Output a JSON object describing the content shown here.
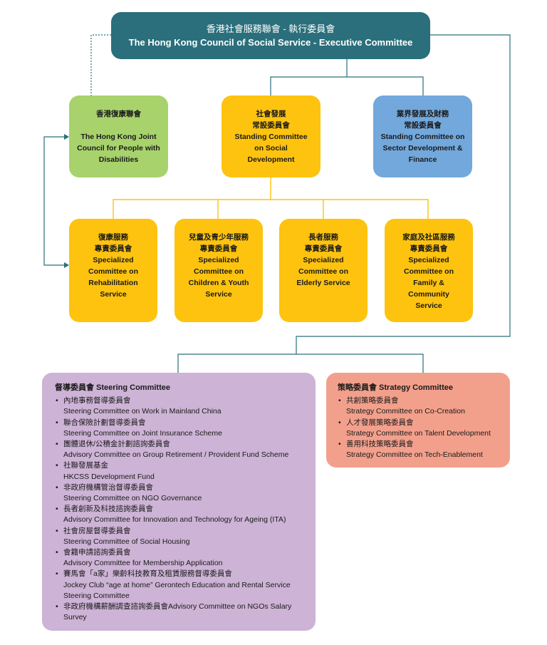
{
  "top": {
    "zh": "香港社會服務聯會 - 執行委員會",
    "en": "The Hong Kong Council of Social Service - Executive Committee"
  },
  "jcpd": {
    "zh": "香港復康聯會",
    "en": [
      "The Hong Kong Joint",
      "Council for People with",
      "Disabilities"
    ]
  },
  "scsd": {
    "zh": [
      "社會發展",
      "常設委員會"
    ],
    "en": [
      "Standing Committee",
      "on Social",
      "Development"
    ]
  },
  "scdf": {
    "zh": [
      "業界發展及財務",
      "常設委員會"
    ],
    "en": [
      "Standing Committee on",
      "Sector Development &",
      "Finance"
    ]
  },
  "specialized": [
    {
      "zh": [
        "復康服務",
        "專責委員會"
      ],
      "en": [
        "Specialized",
        "Committee on",
        "Rehabilitation",
        "Service"
      ]
    },
    {
      "zh": [
        "兒童及青少年服務",
        "專責委員會"
      ],
      "en": [
        "Specialized",
        "Committee on",
        "Children & Youth",
        "Service"
      ]
    },
    {
      "zh": [
        "長者服務",
        "專責委員會"
      ],
      "en": [
        "Specialized",
        "Committee on",
        "Elderly Service"
      ]
    },
    {
      "zh": [
        "家庭及社區服務",
        "專責委員會"
      ],
      "en": [
        "Specialized",
        "Committee on",
        "Family &",
        "Community",
        "Service"
      ]
    }
  ],
  "steering": {
    "title": "督導委員會 Steering Committee",
    "items": [
      {
        "zh": "內地事務督導委員會",
        "en": [
          "Steering Committee on Work in Mainland China"
        ]
      },
      {
        "zh": "聯合保險計劃督導委員會",
        "en": [
          "Steering Committee on Joint Insurance Scheme"
        ]
      },
      {
        "zh": "團體退休/公積金計劃諮詢委員會",
        "en": [
          "Advisory Committee on Group Retirement / Provident Fund Scheme"
        ]
      },
      {
        "zh": "社聯發展基金",
        "en": [
          "HKCSS Development Fund"
        ]
      },
      {
        "zh": "非政府機構管治督導委員會",
        "en": [
          "Steering Committee on NGO Governance"
        ]
      },
      {
        "zh": "長者創新及科技諮詢委員會",
        "en": [
          "Advisory Committee for Innovation and Technology for Ageing (ITA)"
        ]
      },
      {
        "zh": "社會房屋督導委員會",
        "en": [
          "Steering Committee of Social Housing"
        ]
      },
      {
        "zh": "會籍申請諮詢委員會",
        "en": [
          "Advisory Committee for Membership Application"
        ]
      },
      {
        "zh": "賽馬會「a家」樂齡科技教育及租賃服務督導委員會",
        "en": [
          "Jockey Club “age at home” Gerontech Education and Rental Service",
          "Steering Committee"
        ]
      },
      {
        "zh": "非政府機構薪酬調查諮詢委員會Advisory Committee on NGOs Salary",
        "en": [
          "Survey"
        ]
      }
    ]
  },
  "strategy": {
    "title": "策略委員會 Strategy Committee",
    "items": [
      {
        "zh": "共創策略委員會",
        "en": [
          "Strategy Committee on Co-Creation"
        ]
      },
      {
        "zh": "人才發展策略委員會",
        "en": [
          "Strategy Committee on Talent Development"
        ]
      },
      {
        "zh": "善用科技策略委員會",
        "en": [
          "Strategy Committee on Tech-Enablement"
        ]
      }
    ]
  },
  "colors": {
    "teal": "#2a6f7b",
    "green": "#a8d26c",
    "yellow": "#fdc30f",
    "blue": "#72a8dc",
    "purple": "#cdb3d6",
    "salmon": "#f2a08c"
  }
}
